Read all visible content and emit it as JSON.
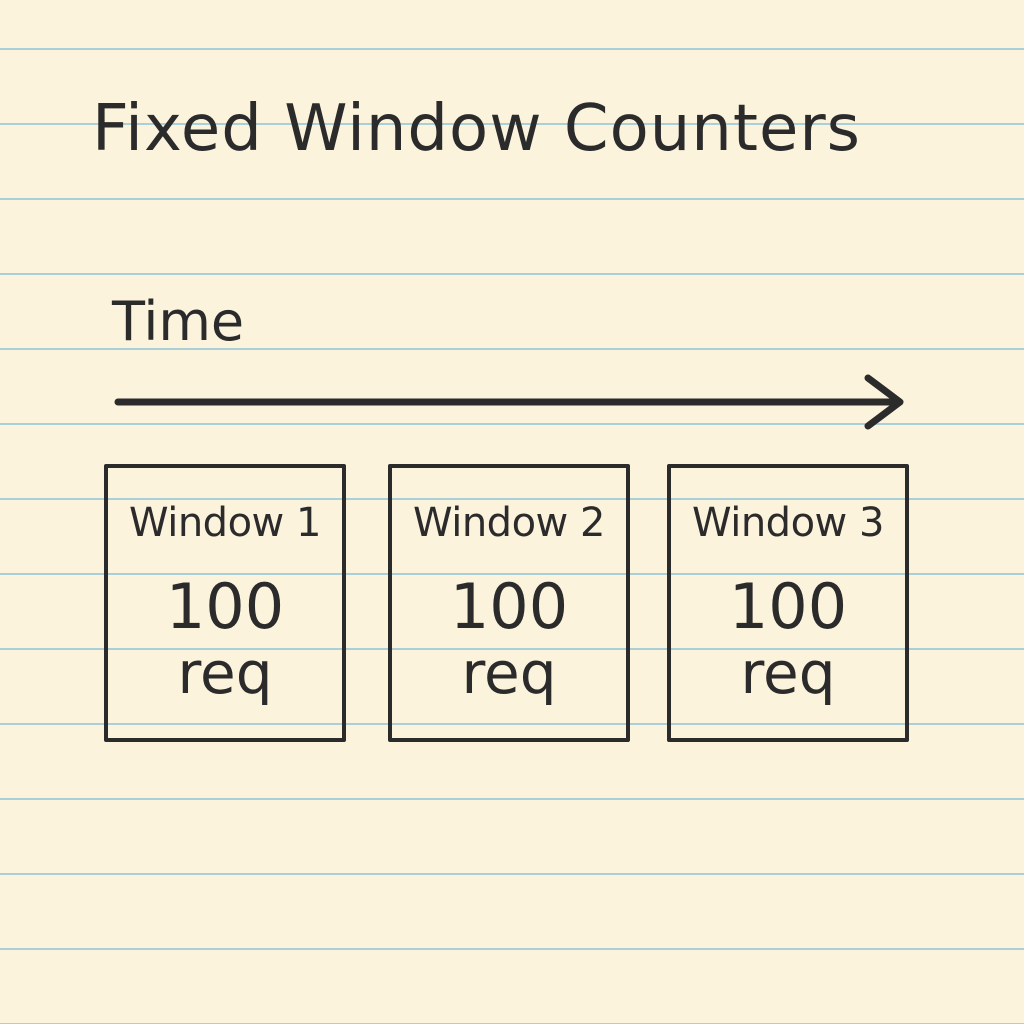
{
  "title": "Fixed Window Counters",
  "time_label": "Time",
  "windows": [
    {
      "label": "Window 1",
      "count": "100",
      "unit": "req"
    },
    {
      "label": "Window 2",
      "count": "100",
      "unit": "req"
    },
    {
      "label": "Window 3",
      "count": "100",
      "unit": "req"
    }
  ],
  "colors": {
    "paper": "#fcf3dd",
    "rule_lines": "#a9cfd8",
    "ink": "#2b2b2b"
  }
}
